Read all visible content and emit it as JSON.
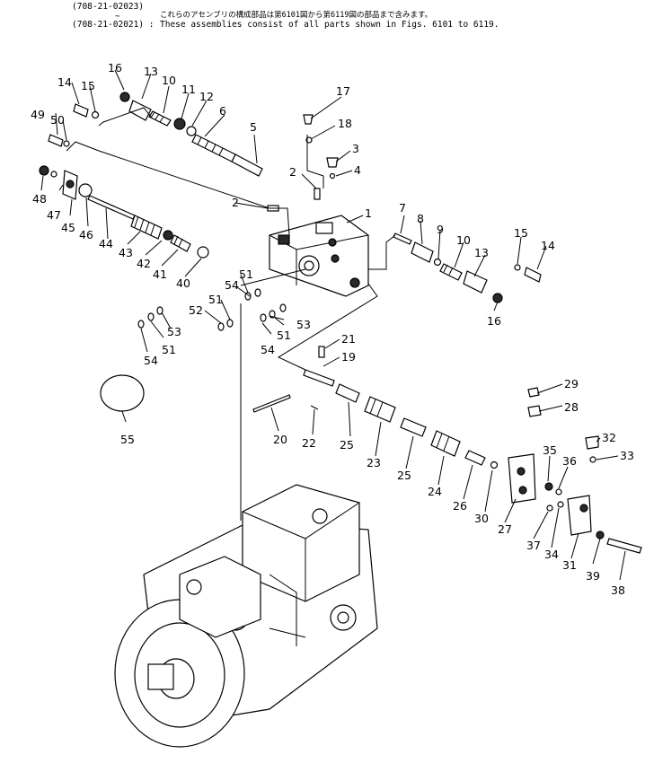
{
  "header": {
    "part_no_1": "(708-21-02023)",
    "tilde": "~",
    "part_no_2": "(708-21-02021) :",
    "note_jp": "これらのアセンブリの構成部品は第6101図から第6119図の部品まで含みます。",
    "note_en": "These assemblies consist of all parts shown in Figs. 6101 to 6119."
  },
  "labels": {
    "l1": "1",
    "l2a": "2",
    "l2b": "2",
    "l3": "3",
    "l4": "4",
    "l5": "5",
    "l6": "6",
    "l7": "7",
    "l8": "8",
    "l9": "9",
    "l10a": "10",
    "l10b": "10",
    "l11": "11",
    "l12": "12",
    "l13a": "13",
    "l13b": "13",
    "l14a": "14",
    "l14b": "14",
    "l15a": "15",
    "l15b": "15",
    "l16a": "16",
    "l16b": "16",
    "l17": "17",
    "l18": "18",
    "l19": "19",
    "l20": "20",
    "l21": "21",
    "l22": "22",
    "l23": "23",
    "l24": "24",
    "l25a": "25",
    "l25b": "25",
    "l26": "26",
    "l27": "27",
    "l28": "28",
    "l29": "29",
    "l30": "30",
    "l31": "31",
    "l32": "32",
    "l33": "33",
    "l34": "34",
    "l35": "35",
    "l36": "36",
    "l37": "37",
    "l38": "38",
    "l39": "39",
    "l40": "40",
    "l41": "41",
    "l42": "42",
    "l43": "43",
    "l44": "44",
    "l45": "45",
    "l46": "46",
    "l47": "47",
    "l48": "48",
    "l49": "49",
    "l50": "50",
    "l51a": "51",
    "l51b": "51",
    "l51c": "51",
    "l51d": "51",
    "l52": "52",
    "l53a": "53",
    "l53b": "53",
    "l54a": "54",
    "l54b": "54",
    "l54c": "54",
    "l55": "55"
  }
}
